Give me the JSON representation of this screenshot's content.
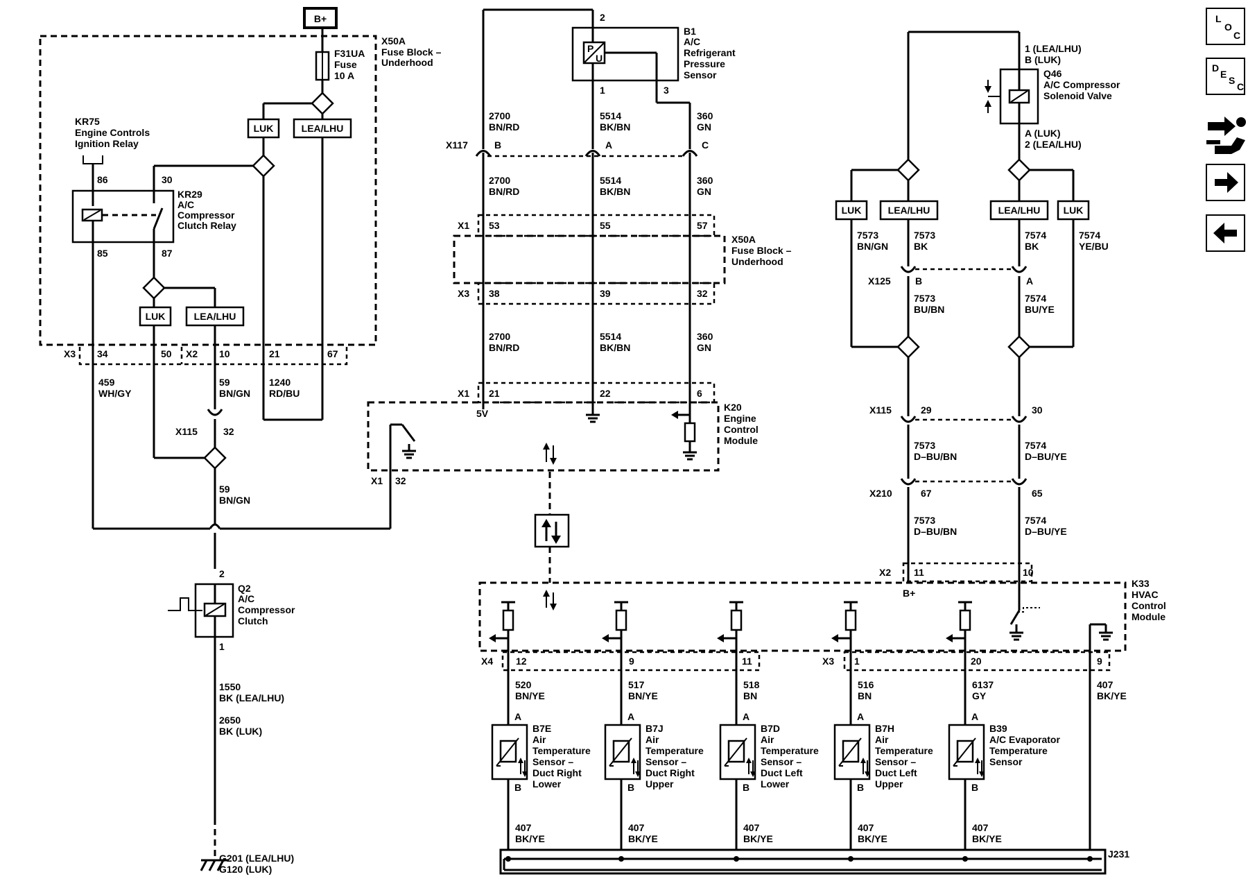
{
  "power": {
    "bplus": "B+",
    "bplus_k33": "B+"
  },
  "fuse_block_left": {
    "connector": "X50A",
    "name_lines": [
      "Fuse Block –",
      "Underhood"
    ]
  },
  "fuse": {
    "id": "F31UA",
    "lines": [
      "Fuse",
      "10 A"
    ]
  },
  "option_tags": {
    "luk": "LUK",
    "lea_lhu": "LEA/LHU"
  },
  "relay_kr75": {
    "id": "KR75",
    "lines": [
      "Engine Controls",
      "Ignition Relay"
    ]
  },
  "relay_kr29": {
    "id": "KR29",
    "lines": [
      "A/C",
      "Compressor",
      "Clutch Relay"
    ],
    "pins": {
      "p86": "86",
      "p30": "30",
      "p85": "85",
      "p87": "87"
    }
  },
  "left_connector": {
    "x3": "X3",
    "p34": "34",
    "p50": "50",
    "x2": "X2",
    "p10": "10",
    "p21": "21",
    "p67": "67"
  },
  "left_wires": {
    "w459": [
      "459",
      "WH/GY"
    ],
    "w59a": [
      "59",
      "BN/GN"
    ],
    "w1240": [
      "1240",
      "RD/BU"
    ],
    "w59b": [
      "59",
      "BN/GN"
    ]
  },
  "x115_left": {
    "id": "X115",
    "pin": "32"
  },
  "q2": {
    "id": "Q2",
    "lines": [
      "A/C",
      "Compressor",
      "Clutch"
    ],
    "pin_top": "2",
    "pin_bottom": "1"
  },
  "ground_wires": {
    "w1550": [
      "1550",
      "BK (LEA/LHU)"
    ],
    "w2650": [
      "2650",
      "BK (LUK)"
    ]
  },
  "ground_left": {
    "lines": [
      "G201 (LEA/LHU)",
      "G120 (LUK)"
    ]
  },
  "b1": {
    "id": "B1",
    "lines": [
      "A/C",
      "Refrigerant",
      "Pressure",
      "Sensor"
    ],
    "pins": {
      "p2": "2",
      "p1": "1",
      "p3": "3"
    },
    "symbol": [
      "P",
      "U"
    ]
  },
  "middle_wires_top": [
    [
      "2700",
      "BN/RD"
    ],
    [
      "5514",
      "BK/BN"
    ],
    [
      "360",
      "GN"
    ]
  ],
  "x117": {
    "id": "X117",
    "pins": [
      "B",
      "A",
      "C"
    ]
  },
  "middle_wires_mid": [
    [
      "2700",
      "BN/RD"
    ],
    [
      "5514",
      "BK/BN"
    ],
    [
      "360",
      "GN"
    ]
  ],
  "x50a_mid": {
    "x1": "X1",
    "x3": "X3",
    "top_pins": [
      "53",
      "55",
      "57"
    ],
    "bottom_pins": [
      "38",
      "39",
      "32"
    ],
    "name_lines": [
      "X50A",
      "Fuse Block –",
      "Underhood"
    ]
  },
  "middle_wires_low": [
    [
      "2700",
      "BN/RD"
    ],
    [
      "5514",
      "BK/BN"
    ],
    [
      "360",
      "GN"
    ]
  ],
  "k20": {
    "id": "K20",
    "lines": [
      "Engine",
      "Control",
      "Module"
    ],
    "x1": "X1",
    "pins": [
      "21",
      "22",
      "6"
    ],
    "vref": "5V",
    "x1_low": "X1",
    "pin_32": "32"
  },
  "q46": {
    "id": "Q46",
    "lines": [
      "A/C Compressor",
      "Solenoid Valve"
    ],
    "pin_top": [
      "1 (LEA/LHU)",
      "B (LUK)"
    ],
    "pin_bottom": [
      "A (LUK)",
      "2 (LEA/LHU)"
    ]
  },
  "right_wires_top": [
    [
      "7573",
      "BN/GN"
    ],
    [
      "7573",
      "BK"
    ],
    [
      "7574",
      "BK"
    ],
    [
      "7574",
      "YE/BU"
    ]
  ],
  "x125": {
    "id": "X125",
    "pins": [
      "B",
      "A"
    ]
  },
  "right_wires_mid": [
    [
      "7573",
      "BU/BN"
    ],
    [
      "7574",
      "BU/YE"
    ]
  ],
  "x115_right": {
    "id": "X115",
    "pins": [
      "29",
      "30"
    ]
  },
  "right_wires_dbu1": [
    [
      "7573",
      "D–BU/BN"
    ],
    [
      "7574",
      "D–BU/YE"
    ]
  ],
  "x210": {
    "id": "X210",
    "pins": [
      "67",
      "65"
    ]
  },
  "right_wires_dbu2": [
    [
      "7573",
      "D–BU/BN"
    ],
    [
      "7574",
      "D–BU/YE"
    ]
  ],
  "k33": {
    "id": "K33",
    "lines": [
      "HVAC",
      "Control",
      "Module"
    ],
    "x2": "X2",
    "x2_pins": [
      "11",
      "10"
    ],
    "x4": "X4",
    "x3": "X3",
    "x4_pins": [
      "12",
      "9",
      "11"
    ],
    "x3_pins": [
      "1",
      "20",
      "9"
    ]
  },
  "sensor_wires": [
    [
      "520",
      "BN/YE"
    ],
    [
      "517",
      "BN/YE"
    ],
    [
      "518",
      "BN"
    ],
    [
      "516",
      "BN"
    ],
    [
      "6137",
      "GY"
    ],
    [
      "407",
      "BK/YE"
    ]
  ],
  "sensors": [
    {
      "id": "B7E",
      "lines": [
        "Air",
        "Temperature",
        "Sensor –",
        "Duct Right",
        "Lower"
      ],
      "pin_a": "A",
      "pin_b": "B"
    },
    {
      "id": "B7J",
      "lines": [
        "Air",
        "Temperature",
        "Sensor –",
        "Duct Right",
        "Upper"
      ],
      "pin_a": "A",
      "pin_b": "B"
    },
    {
      "id": "B7D",
      "lines": [
        "Air",
        "Temperature",
        "Sensor –",
        "Duct Left",
        "Lower"
      ],
      "pin_a": "A",
      "pin_b": "B"
    },
    {
      "id": "B7H",
      "lines": [
        "Air",
        "Temperature",
        "Sensor –",
        "Duct Left",
        "Upper"
      ],
      "pin_a": "A",
      "pin_b": "B"
    },
    {
      "id": "B39",
      "lines": [
        "A/C Evaporator",
        "Temperature",
        "Sensor"
      ],
      "pin_a": "A",
      "pin_b": "B"
    }
  ],
  "bottom_wires": [
    [
      "407",
      "BK/YE"
    ],
    [
      "407",
      "BK/YE"
    ],
    [
      "407",
      "BK/YE"
    ],
    [
      "407",
      "BK/YE"
    ],
    [
      "407",
      "BK/YE"
    ]
  ],
  "splice": {
    "id": "J231"
  },
  "nav": {
    "loc": [
      "L",
      "O",
      "C"
    ],
    "desc": [
      "D",
      "E",
      "S",
      "C"
    ]
  }
}
